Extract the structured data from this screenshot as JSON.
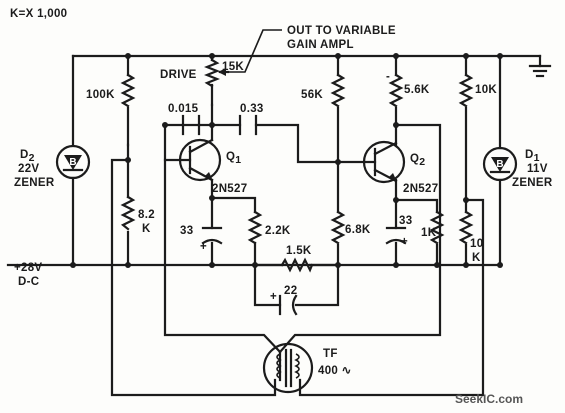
{
  "labels": {
    "scale": "K=X 1,000",
    "out_line1": "OUT TO VARIABLE",
    "out_line2": "GAIN AMPL",
    "drive": "DRIVE",
    "pot_15k": "15K",
    "r_100k": "100K",
    "c_0015": "0.015",
    "c_033": "0.33",
    "r_56k": "56K",
    "r_56_k": "5.6K",
    "r_10k_top": "10K",
    "d2_name": "D",
    "d2_sub": "2",
    "d2_v": "22V",
    "d2_type": "ZENER",
    "d1_name": "D",
    "d1_sub": "1",
    "d1_v": "11V",
    "d1_type": "ZENER",
    "diode_b": "B",
    "q1_name": "Q",
    "q1_sub": "1",
    "q1_part": "2N527",
    "q2_name": "Q",
    "q2_sub": "2",
    "q2_part": "2N527",
    "r_82_line1": "8.2",
    "r_82_line2": "K",
    "c_33_left": "33",
    "c_33_right": "33",
    "plus": "+",
    "minus": "-",
    "r_22k": "2.2K",
    "r_15k": "1.5K",
    "r_68k": "6.8K",
    "r_1k": "1K",
    "r_10_line1": "10",
    "r_10_line2": "K",
    "c_22": "22",
    "supply_line1": "+28V",
    "supply_line2": "D-C",
    "tf_name": "TF",
    "tf_freq": "400 ∿",
    "watermark": "SeekIC.com"
  }
}
